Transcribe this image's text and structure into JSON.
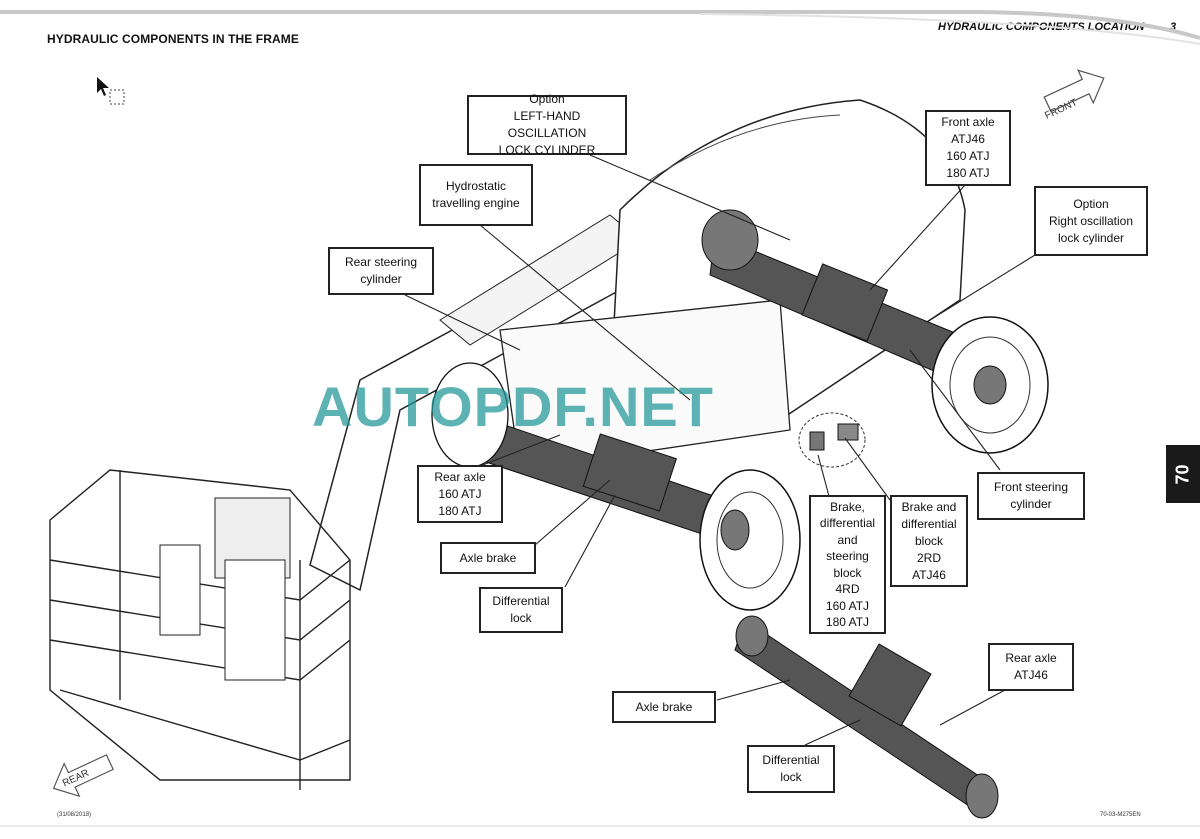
{
  "header": {
    "sheet_title": "HYDRAULIC COMPONENTS IN THE FRAME",
    "section_title": "HYDRAULIC COMPONENTS LOCATION",
    "page_number": "3"
  },
  "chapter_tab": "70",
  "direction_labels": {
    "front": "FRONT",
    "rear": "REAR"
  },
  "watermark": "AUTOPDF.NET",
  "callouts": {
    "left_oscillation": [
      "Option",
      "LEFT-HAND OSCILLATION",
      "LOCK CYLINDER"
    ],
    "front_axle": [
      "Front axle",
      "ATJ46",
      "160 ATJ",
      "180 ATJ"
    ],
    "hydrostatic": [
      "Hydrostatic",
      "travelling engine"
    ],
    "right_oscillation": [
      "Option",
      "Right oscillation",
      "lock cylinder"
    ],
    "rear_steering": [
      "Rear steering",
      "cylinder"
    ],
    "rear_axle": [
      "Rear axle",
      "160 ATJ",
      "180 ATJ"
    ],
    "axle_brake_1": [
      "Axle brake"
    ],
    "differential_lock_1": [
      "Differential",
      "lock"
    ],
    "brake_4rd": [
      "Brake,",
      "differential",
      "and",
      "steering",
      "block",
      "4RD",
      "160 ATJ",
      "180 ATJ"
    ],
    "brake_2rd": [
      "Brake and",
      "differential",
      "block",
      "2RD",
      "ATJ46"
    ],
    "front_steering": [
      "Front steering",
      "cylinder"
    ],
    "rear_axle_atj46": [
      "Rear axle",
      "ATJ46"
    ],
    "axle_brake_2": [
      "Axle brake"
    ],
    "differential_lock_2": [
      "Differential",
      "lock"
    ]
  },
  "footer": {
    "date": "(31/08/2018)",
    "doc_code": "70-03-M275EN"
  }
}
